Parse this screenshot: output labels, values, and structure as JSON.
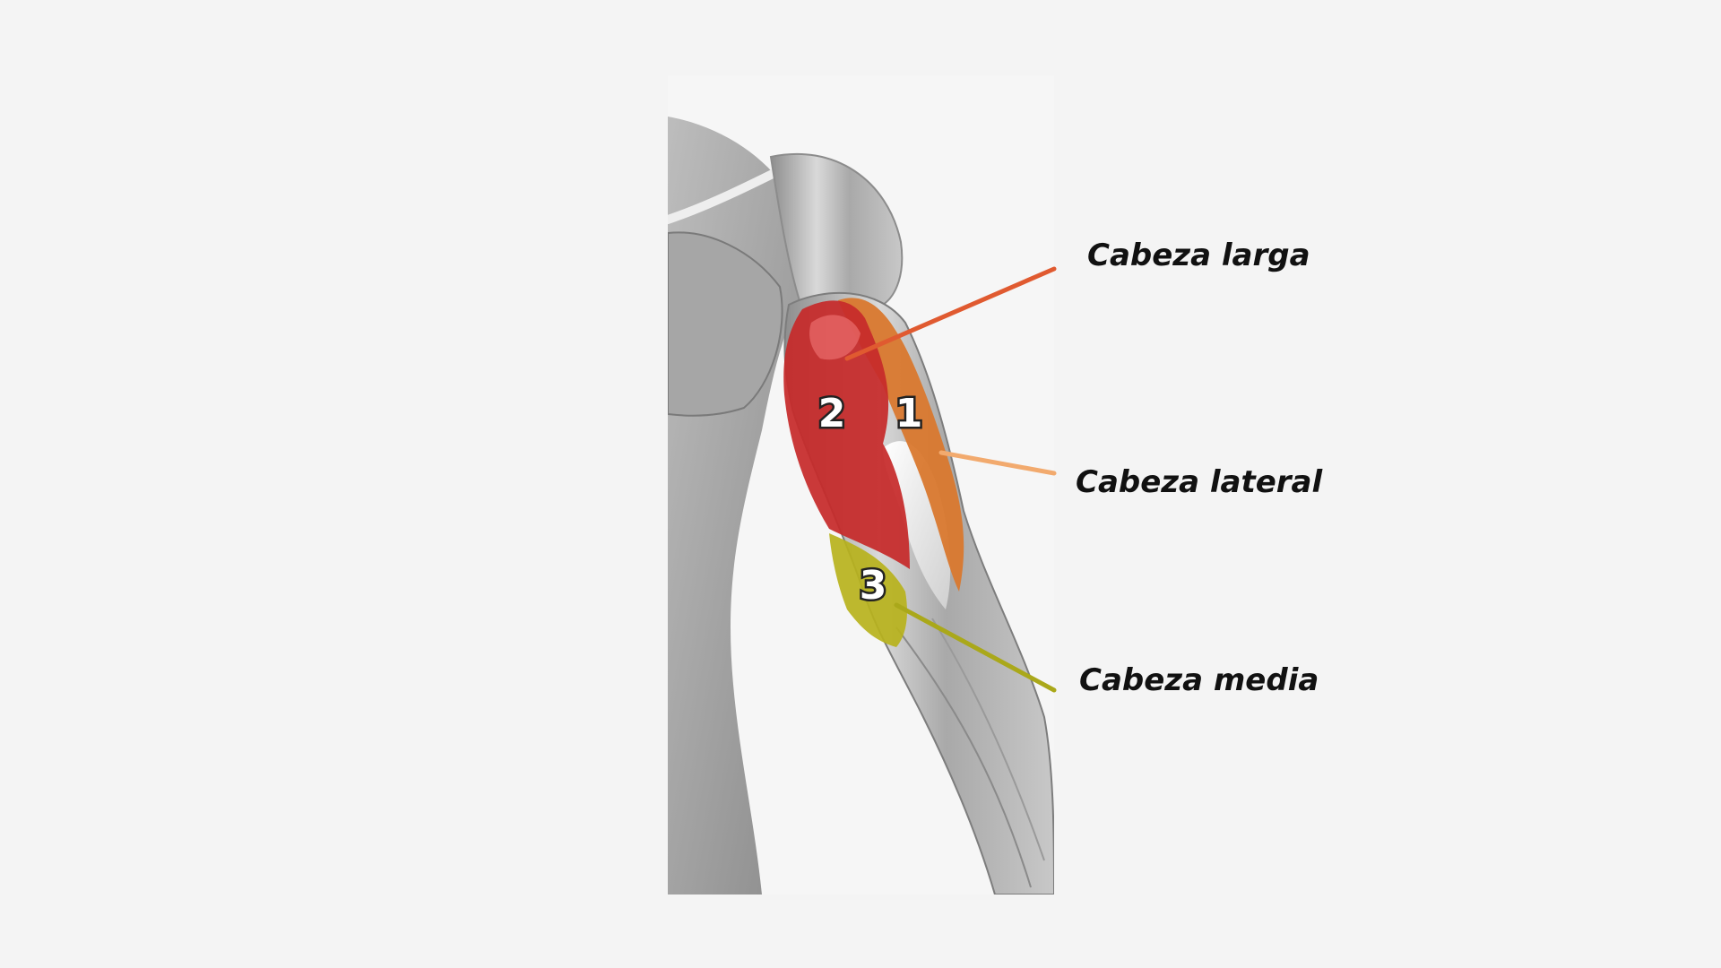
{
  "colors": {
    "background": "#f4f4f4",
    "long_head": "#c62a2a",
    "lateral_head": "#d9782e",
    "medial_head": "#b7b21c",
    "long_leader": "#e05a30",
    "lateral_leader": "#f2aa6e",
    "medial_leader": "#aaa81a"
  },
  "diagram": {
    "markers": {
      "one": "1",
      "two": "2",
      "three": "3"
    },
    "labels": {
      "long": "Cabeza larga",
      "lateral": "Cabeza lateral",
      "medial": "Cabeza media"
    }
  }
}
